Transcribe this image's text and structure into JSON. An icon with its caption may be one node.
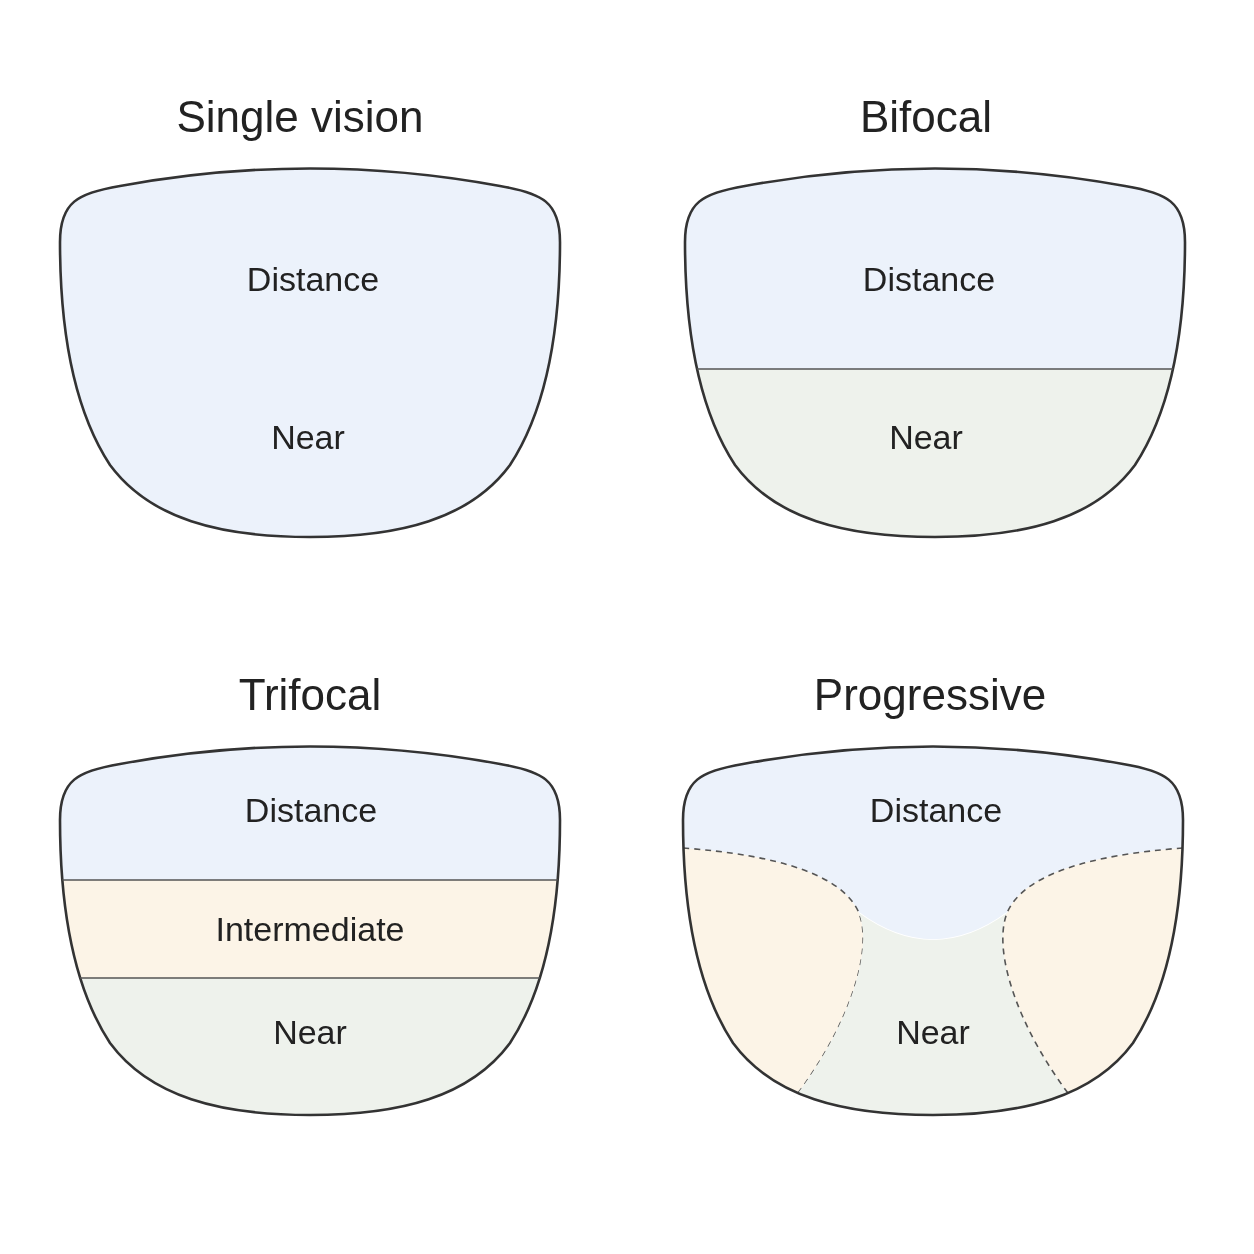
{
  "diagram": {
    "nodes": [
      {
        "text": [
          "Single vision",
          "Distance",
          "Near"
        ]
      },
      {
        "text": [
          "Bifocal"
        ]
      },
      {
        "text": [
          "Distance"
        ],
        "in": 1
      },
      {
        "text": [
          "Near"
        ],
        "in": 1
      },
      {
        "text": [
          "Trifocal"
        ]
      },
      {
        "text": [
          "Distance"
        ],
        "in": 4
      },
      {
        "text": [
          "Intermediate"
        ],
        "in": 4
      },
      {
        "text": [
          "Near"
        ],
        "in": 4
      },
      {
        "text": [
          "Progressive"
        ]
      },
      {
        "text": [
          "Distance"
        ],
        "in": 8
      },
      {
        "text": [],
        "shape": "region",
        "in": 8
      },
      {
        "text": [
          "Near"
        ],
        "in": 8
      },
      {
        "text": [],
        "shape": "region",
        "in": 8
      }
    ]
  }
}
